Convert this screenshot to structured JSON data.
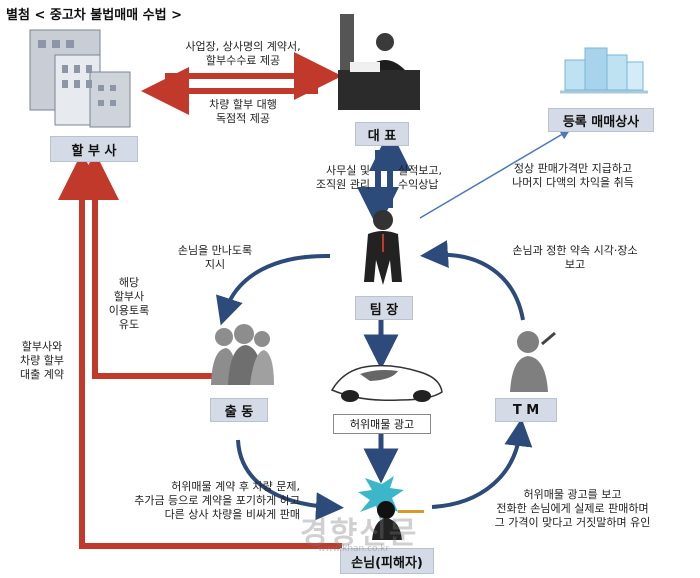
{
  "title": "별첨 < 중고차 불법매매 수법 >",
  "nodes": {
    "capital": "할 부 사",
    "ceo": "대 표",
    "dealer": "등록 매매상사",
    "leader": "팀 장",
    "dispatch": "출 동",
    "tm": "T M",
    "ad": "허위매물 광고",
    "victim": "손님(피해자)"
  },
  "edges": {
    "to_capital_1": "사업장, 상사명의 계약서,",
    "to_capital_2": "할부수수료 제공",
    "from_capital_1": "차량 할부 대행",
    "from_capital_2": "독점적 제공",
    "ceo_down_1": "사무실 및",
    "ceo_down_2": "조직원 관리",
    "ceo_up_1": "실적보고,",
    "ceo_up_2": "수익상납",
    "dealer_1": "정상 판매가격만 지급하고",
    "dealer_2": "나머지 다액의 차익을 취득",
    "leader_to_dispatch_1": "손님을 만나도록",
    "leader_to_dispatch_2": "지시",
    "tm_to_leader_1": "손님과 정한 약속 시각·장소",
    "tm_to_leader_2": "보고",
    "dispatch_to_capital_1": "해당",
    "dispatch_to_capital_2": "할부사",
    "dispatch_to_capital_3": "이용토록",
    "dispatch_to_capital_4": "유도",
    "victim_to_capital_1": "할부사와",
    "victim_to_capital_2": "차량 할부",
    "victim_to_capital_3": "대출 계약",
    "dispatch_to_victim_1": "허위매물 계약 후 차량 문제,",
    "dispatch_to_victim_2": "추가금 등으로 계약을 포기하게 하고",
    "dispatch_to_victim_3": "다른 상사 차량을 비싸게 판매",
    "victim_to_tm_1": "허위매물 광고를 보고",
    "victim_to_tm_2": "전화한 손님에게 실제로 판매하며",
    "victim_to_tm_3": "그 가격이 맞다고 거짓말하며 유인"
  },
  "watermark": {
    "main": "경향신문",
    "sub": "www.khan.co.kr"
  },
  "colors": {
    "red_arrow": "#c0392b",
    "blue_arrow": "#2c4a7a",
    "box_fill": "#d4dbe6"
  }
}
